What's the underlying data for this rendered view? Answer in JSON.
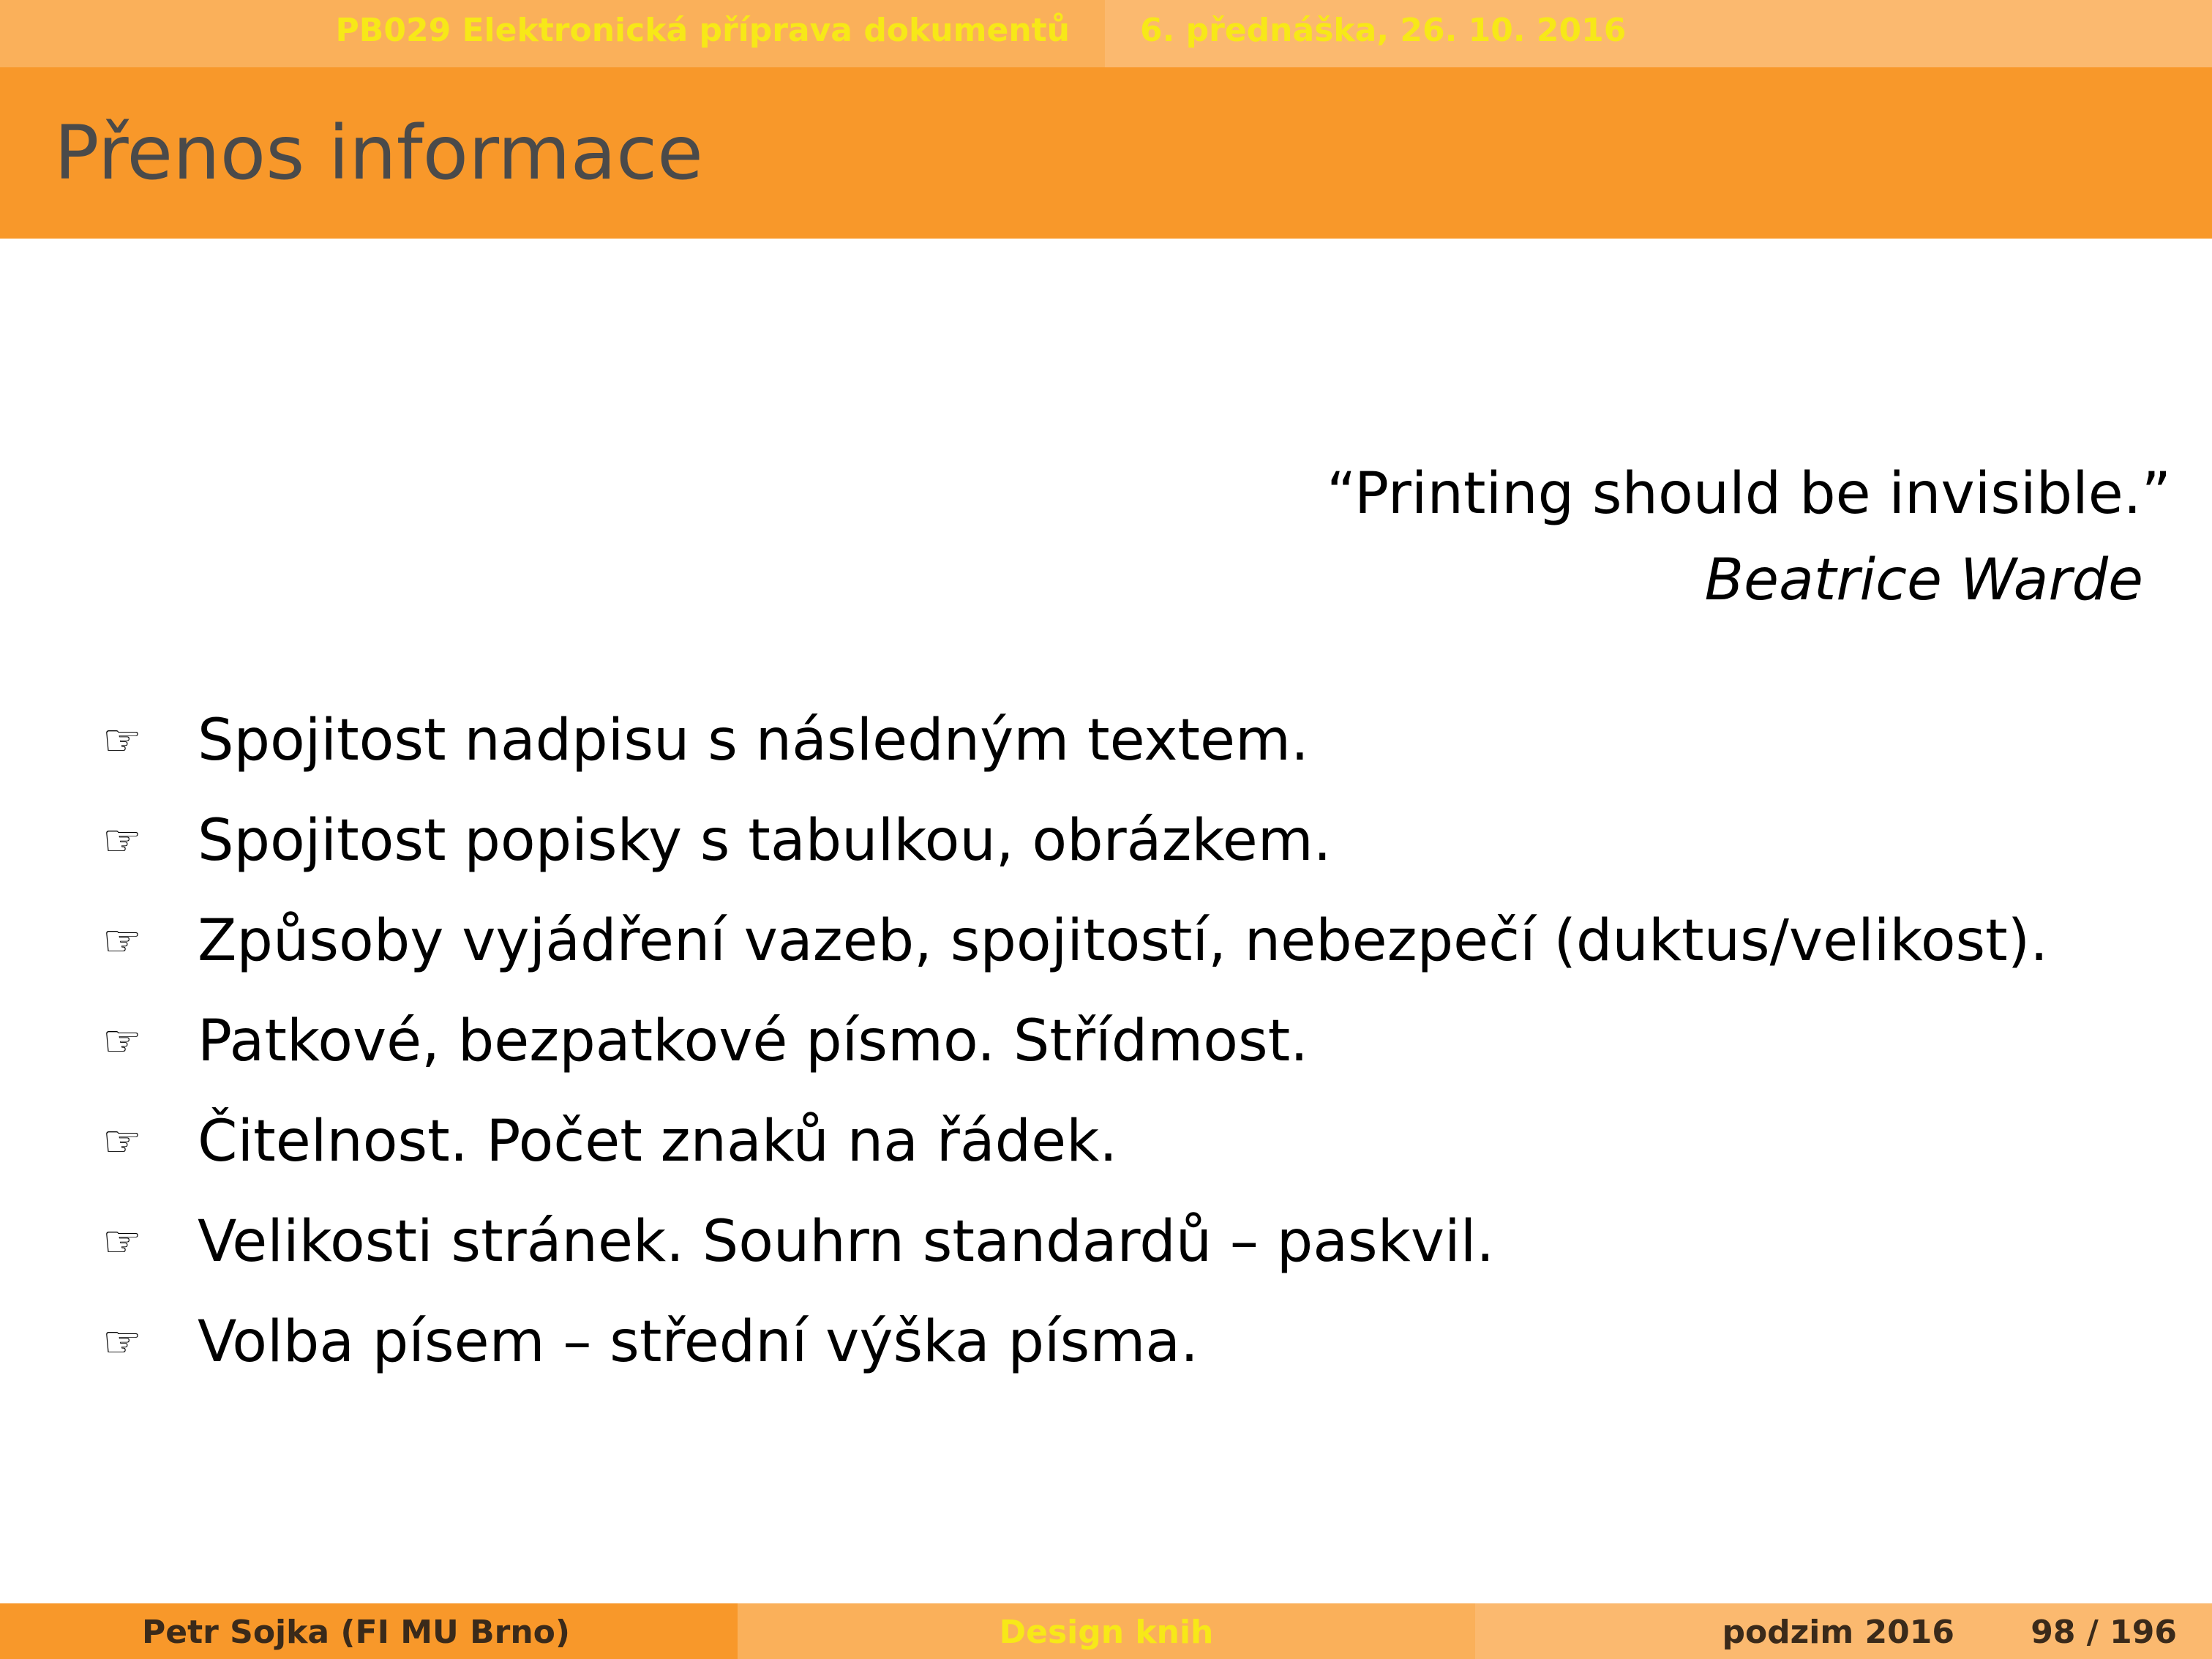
{
  "header": {
    "course": "PB029 Elektronická příprava dokumentů",
    "lecture": "6. přednáška, 26. 10. 2016"
  },
  "title": "Přenos informace",
  "epigraph": {
    "quote": "“Printing should be invisible.”",
    "author": "Beatrice Warde"
  },
  "bullet_icon": "☞",
  "bullets": [
    "Spojitost nadpisu s následným textem.",
    "Spojitost popisky s tabulkou, obrázkem.",
    "Způsoby vyjádření vazeb, spojitostí, nebezpečí (duktus/velikost).",
    "Patkové, bezpatkové písmo. Střídmost.",
    "Čitelnost. Počet znaků na řádek.",
    "Velikosti stránek. Souhrn standardů – paskvil.",
    "Volba písem – střední výška písma."
  ],
  "footer": {
    "author": "Petr Sojka  (FI MU Brno)",
    "subject": "Design knih",
    "term": "podzim 2016",
    "page": "98 / 196"
  },
  "colors": {
    "title_band": "#f8982a",
    "header_left": "#fab05a",
    "header_right": "#fbb96f",
    "highlight_text": "#f7e818"
  }
}
